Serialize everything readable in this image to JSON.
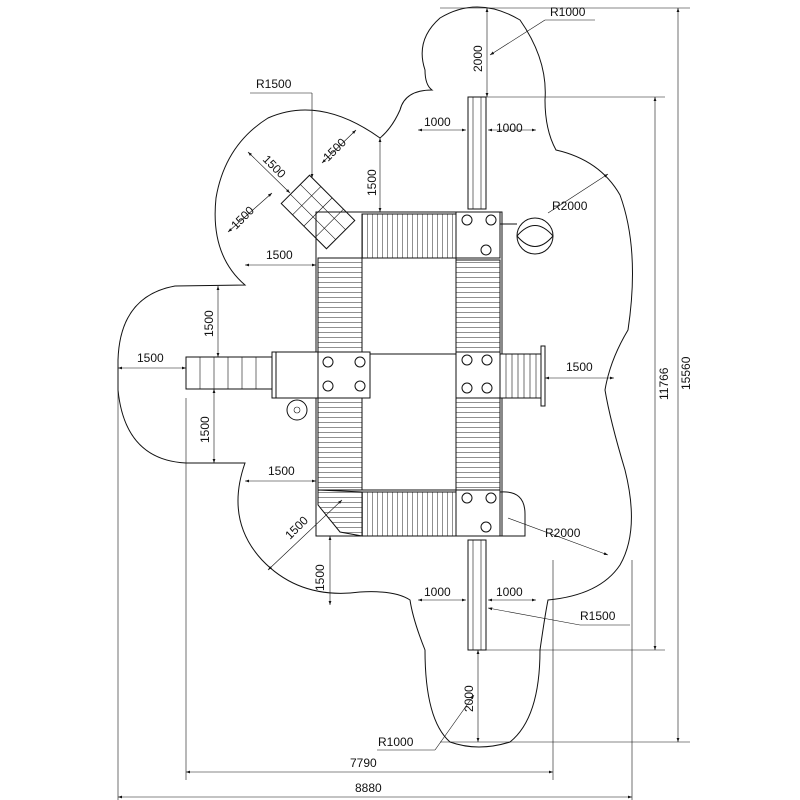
{
  "drawing": {
    "labels": {
      "r1000_top": "R1000",
      "r1000_bottom": "R1000",
      "r1500_top": "R1500",
      "r1500_bottom": "R1500",
      "r2000_top": "R2000",
      "r2000_bottom": "R2000",
      "d2000_top": "2000",
      "d2000_bottom": "2000",
      "d1000_top_left": "1000",
      "d1000_top_right": "1000",
      "d1000_bottom_left": "1000",
      "d1000_bottom_right": "1000",
      "d1500_climber_a": "1500",
      "d1500_climber_b": "1500",
      "d1500_climber_c": "1500",
      "d1500_upper_vert": "1500",
      "d1500_upper_horiz": "1500",
      "d1500_left_up": "1500",
      "d1500_left_horiz": "1500",
      "d1500_left_down": "1500",
      "d1500_lower_horiz": "1500",
      "d1500_lower_diag": "1500",
      "d1500_lower_vert": "1500",
      "d1500_right": "1500",
      "d11766": "11766",
      "d15560": "15560",
      "d7790": "7790",
      "d8880": "8880"
    }
  }
}
